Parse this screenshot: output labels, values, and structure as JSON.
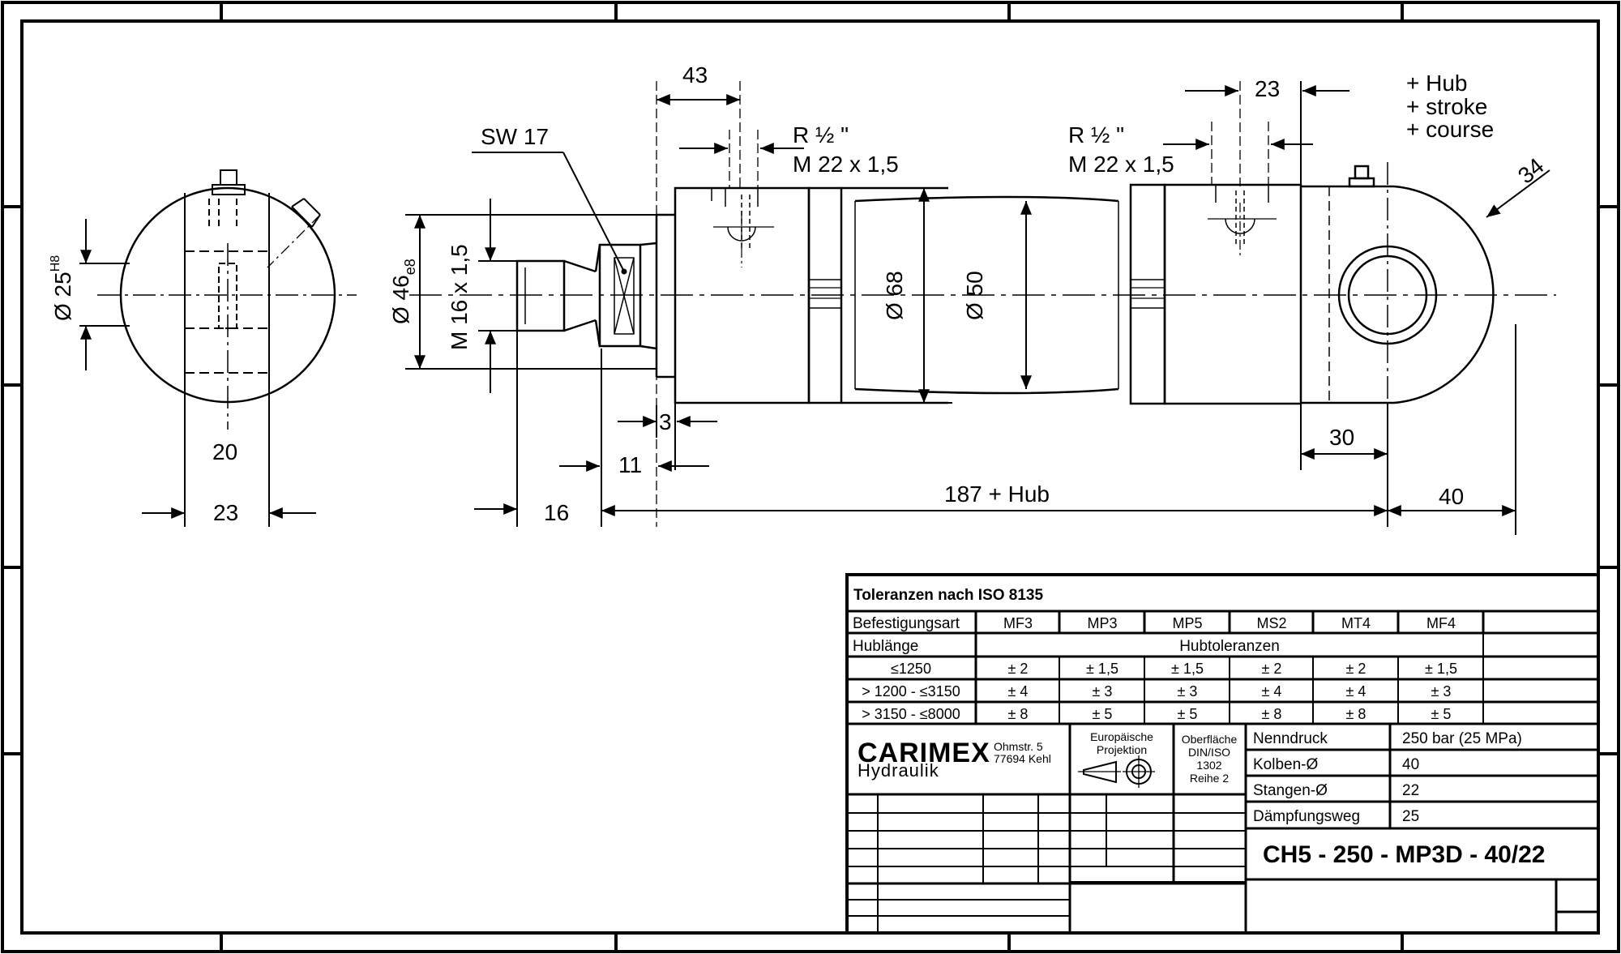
{
  "drawing": {
    "dimensions": {
      "end_view_bore": "Ø 25",
      "end_view_bore_tol": "H8",
      "end_view_20": "20",
      "end_view_23": "23",
      "rod_dia": "Ø 46",
      "rod_dia_tol": "e8",
      "rod_thread": "M 16 x 1,5",
      "wrench_size": "SW 17",
      "dim_43": "43",
      "port_left_r": "R ½ \"",
      "port_left_m": "M 22 x 1,5",
      "port_right_r": "R ½ \"",
      "port_right_m": "M 22 x 1,5",
      "dim_23_top": "23",
      "stroke_de": "+ Hub",
      "stroke_en": "+ stroke",
      "stroke_fr": "+ course",
      "radius_34": "34",
      "dia_68": "Ø 68",
      "dia_50": "Ø 50",
      "dim_3": "3",
      "dim_11": "11",
      "dim_16": "16",
      "dim_187": "187 + Hub",
      "dim_30": "30",
      "dim_40": "40"
    }
  },
  "title_block": {
    "tolerance_title": "Toleranzen nach ISO 8135",
    "mount_label": "Befestigungsart",
    "mount_types": [
      "MF3",
      "MP3",
      "MP5",
      "MS2",
      "MT4",
      "MF4"
    ],
    "stroke_label": "Hublänge",
    "stroke_tol_label": "Hubtoleranzen",
    "rows": [
      {
        "range": "≤1250",
        "values": [
          "± 2",
          "± 1,5",
          "± 1,5",
          "± 2",
          "± 2",
          "± 1,5"
        ]
      },
      {
        "range": "> 1200 - ≤3150",
        "values": [
          "± 4",
          "± 3",
          "± 3",
          "± 4",
          "± 4",
          "± 3"
        ]
      },
      {
        "range": "> 3150 - ≤8000",
        "values": [
          "± 8",
          "± 5",
          "± 5",
          "± 8",
          "± 8",
          "± 5"
        ]
      }
    ],
    "company": "CARIMEX",
    "company_sub": "Hydraulik",
    "address_1": "Ohmstr. 5",
    "address_2": "77694 Kehl",
    "projection_1": "Europäische",
    "projection_2": "Projektion",
    "surface_1": "Oberfläche",
    "surface_2": "DIN/ISO",
    "surface_3": "1302",
    "surface_4": "Reihe 2",
    "specs": [
      {
        "label": "Nenndruck",
        "value": "250 bar (25 MPa)"
      },
      {
        "label": "Kolben-Ø",
        "value": "40"
      },
      {
        "label": "Stangen-Ø",
        "value": "22"
      },
      {
        "label": "Dämpfungsweg",
        "value": "25"
      }
    ],
    "part_code": "CH5 - 250 - MP3D - 40/22"
  }
}
